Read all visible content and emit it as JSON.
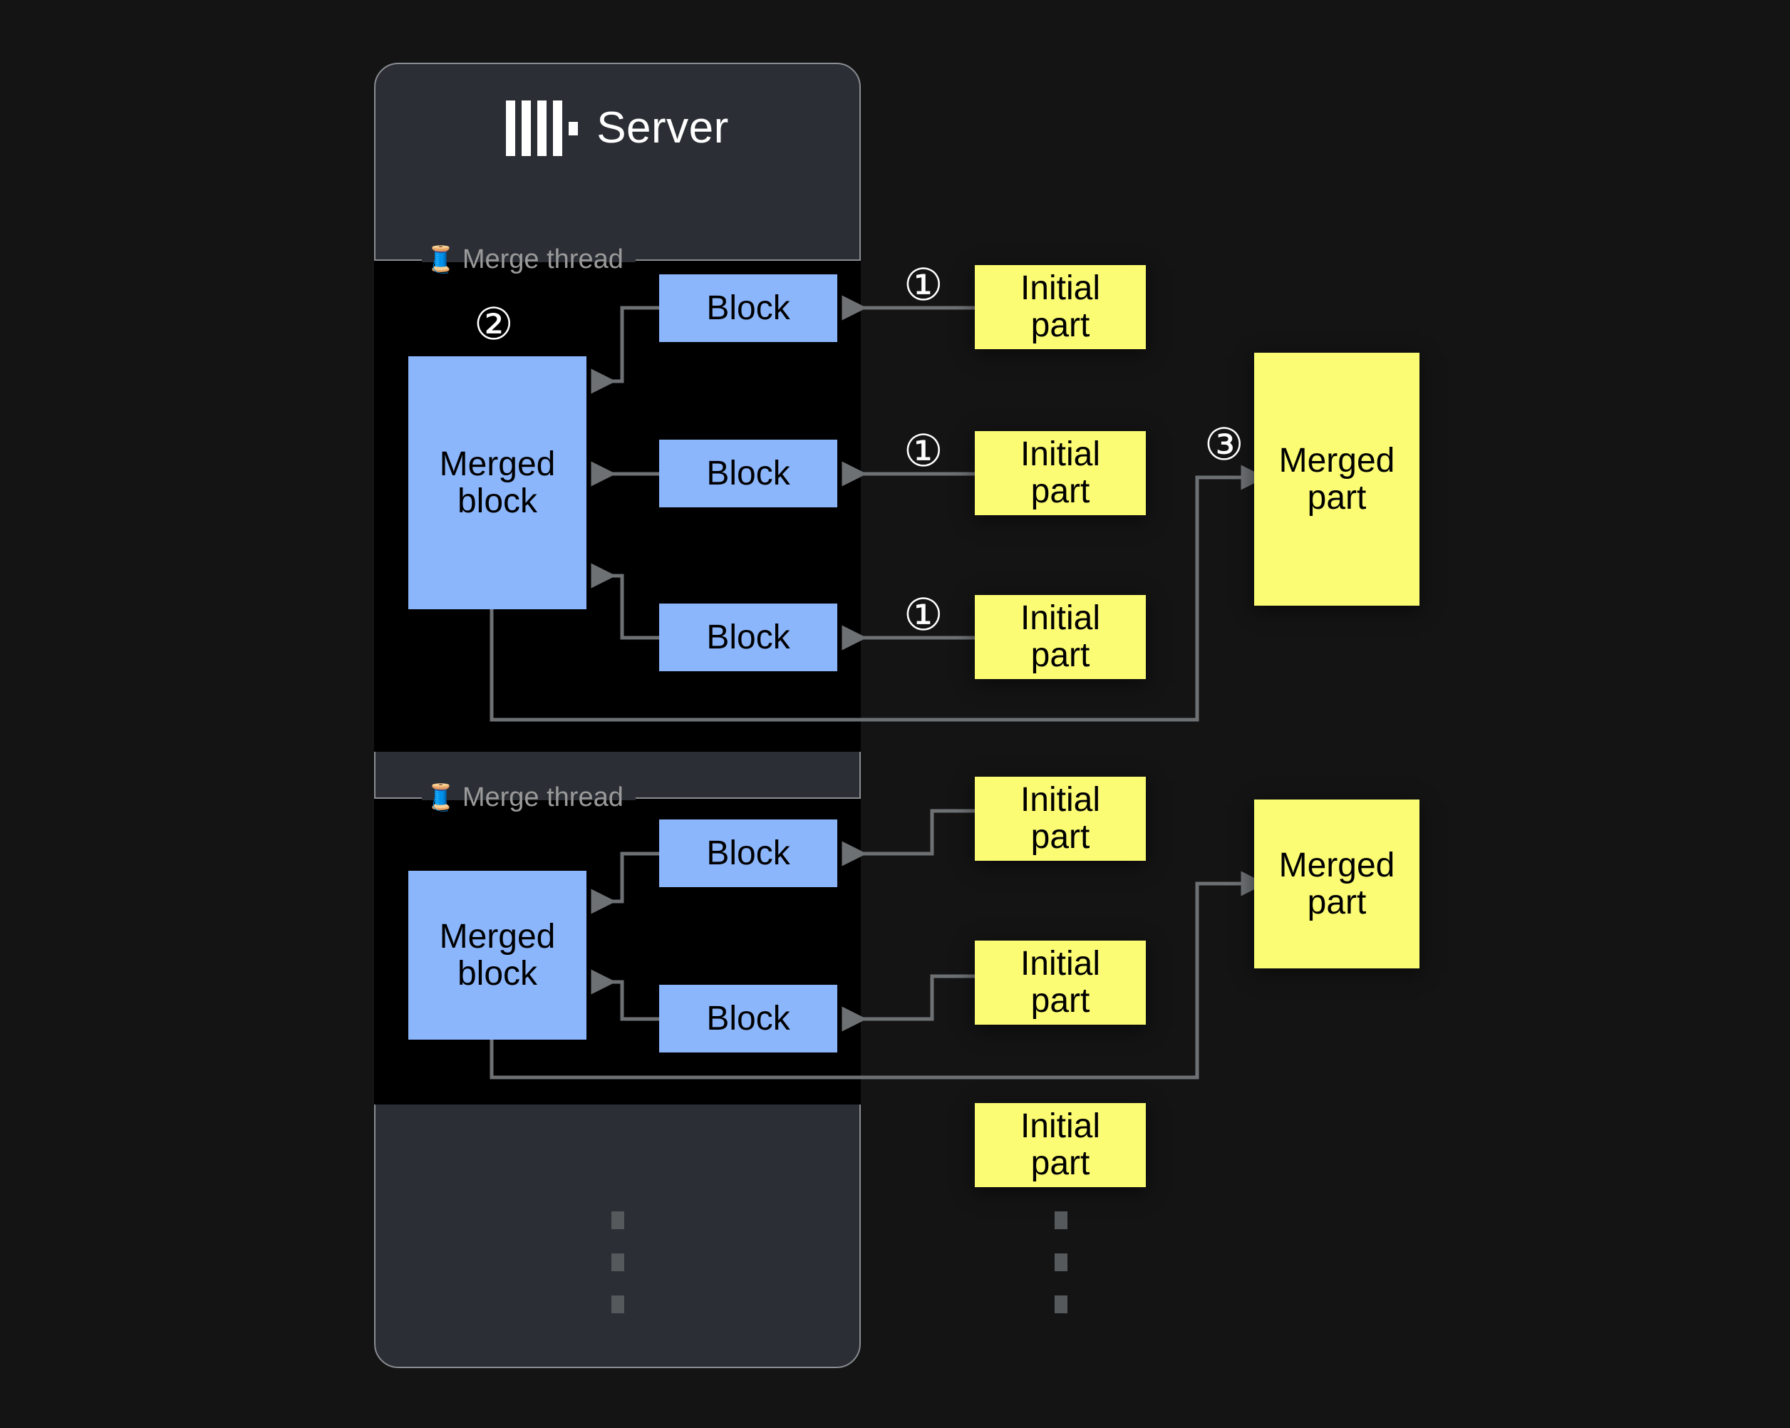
{
  "server": {
    "title": "Server",
    "logo_icon": "clickhouse-logo-icon"
  },
  "thread_groups": [
    {
      "legend_icon": "🧵",
      "legend_label": "Merge thread",
      "merged_block_label": "Merged\nblock",
      "blocks": [
        "Block",
        "Block",
        "Block"
      ]
    },
    {
      "legend_icon": "🧵",
      "legend_label": "Merge thread",
      "merged_block_label": "Merged\nblock",
      "blocks": [
        "Block",
        "Block"
      ]
    }
  ],
  "initial_parts": [
    "Initial part",
    "Initial part",
    "Initial part",
    "Initial part",
    "Initial part",
    "Initial part"
  ],
  "merged_parts": [
    "Merged part",
    "Merged part"
  ],
  "steps": {
    "one_a": "①",
    "one_b": "①",
    "one_c": "①",
    "two": "②",
    "three": "③"
  },
  "ellipsis": "⋮",
  "colors": {
    "background": "#141414",
    "panel": "#2b2e34",
    "panel_border": "#8a8d91",
    "thread_area": "#000000",
    "block": "#8cb6fc",
    "part": "#fbfb74",
    "connector": "#6e7174",
    "legend_text": "#9a9a9a",
    "title_text": "#ffffff"
  },
  "labels": {
    "merged_block_line1": "Merged",
    "merged_block_line2": "block",
    "part_line1": "Initial",
    "part_line2": "part",
    "merged_part_line1": "Merged",
    "merged_part_line2": "part"
  }
}
